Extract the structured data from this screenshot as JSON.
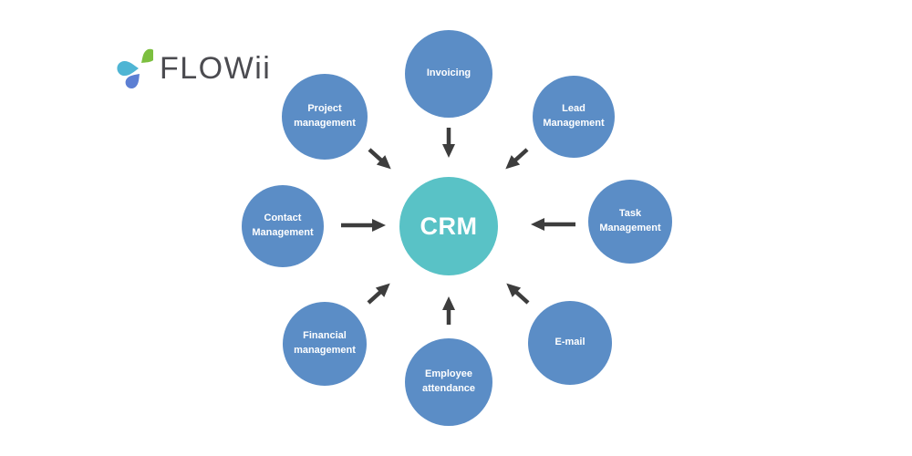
{
  "colors": {
    "node-blue": "#5B8DC6",
    "center-teal": "#59C2C6",
    "arrow-dark": "#3D3D3D",
    "logo-text": "#4B4B50",
    "petal-green": "#7CBF3F",
    "petal-teal": "#4FB5D4",
    "petal-blue": "#5C7FD3",
    "background": "#FFFFFF",
    "label-white": "#FFFFFF"
  },
  "logo": {
    "text": "FLOWii"
  },
  "diagram": {
    "center": {
      "id": "crm",
      "label": "CRM"
    },
    "nodes": [
      {
        "id": "invoicing",
        "label": "Invoicing"
      },
      {
        "id": "project-management",
        "label": "Project\nmanagement"
      },
      {
        "id": "lead-management",
        "label": "Lead\nManagement"
      },
      {
        "id": "contact-management",
        "label": "Contact\nManagement"
      },
      {
        "id": "task-management",
        "label": "Task\nManagement"
      },
      {
        "id": "financial-management",
        "label": "Financial\nmanagement"
      },
      {
        "id": "email",
        "label": "E-mail"
      },
      {
        "id": "employee-attendance",
        "label": "Employee\nattendance"
      }
    ]
  }
}
